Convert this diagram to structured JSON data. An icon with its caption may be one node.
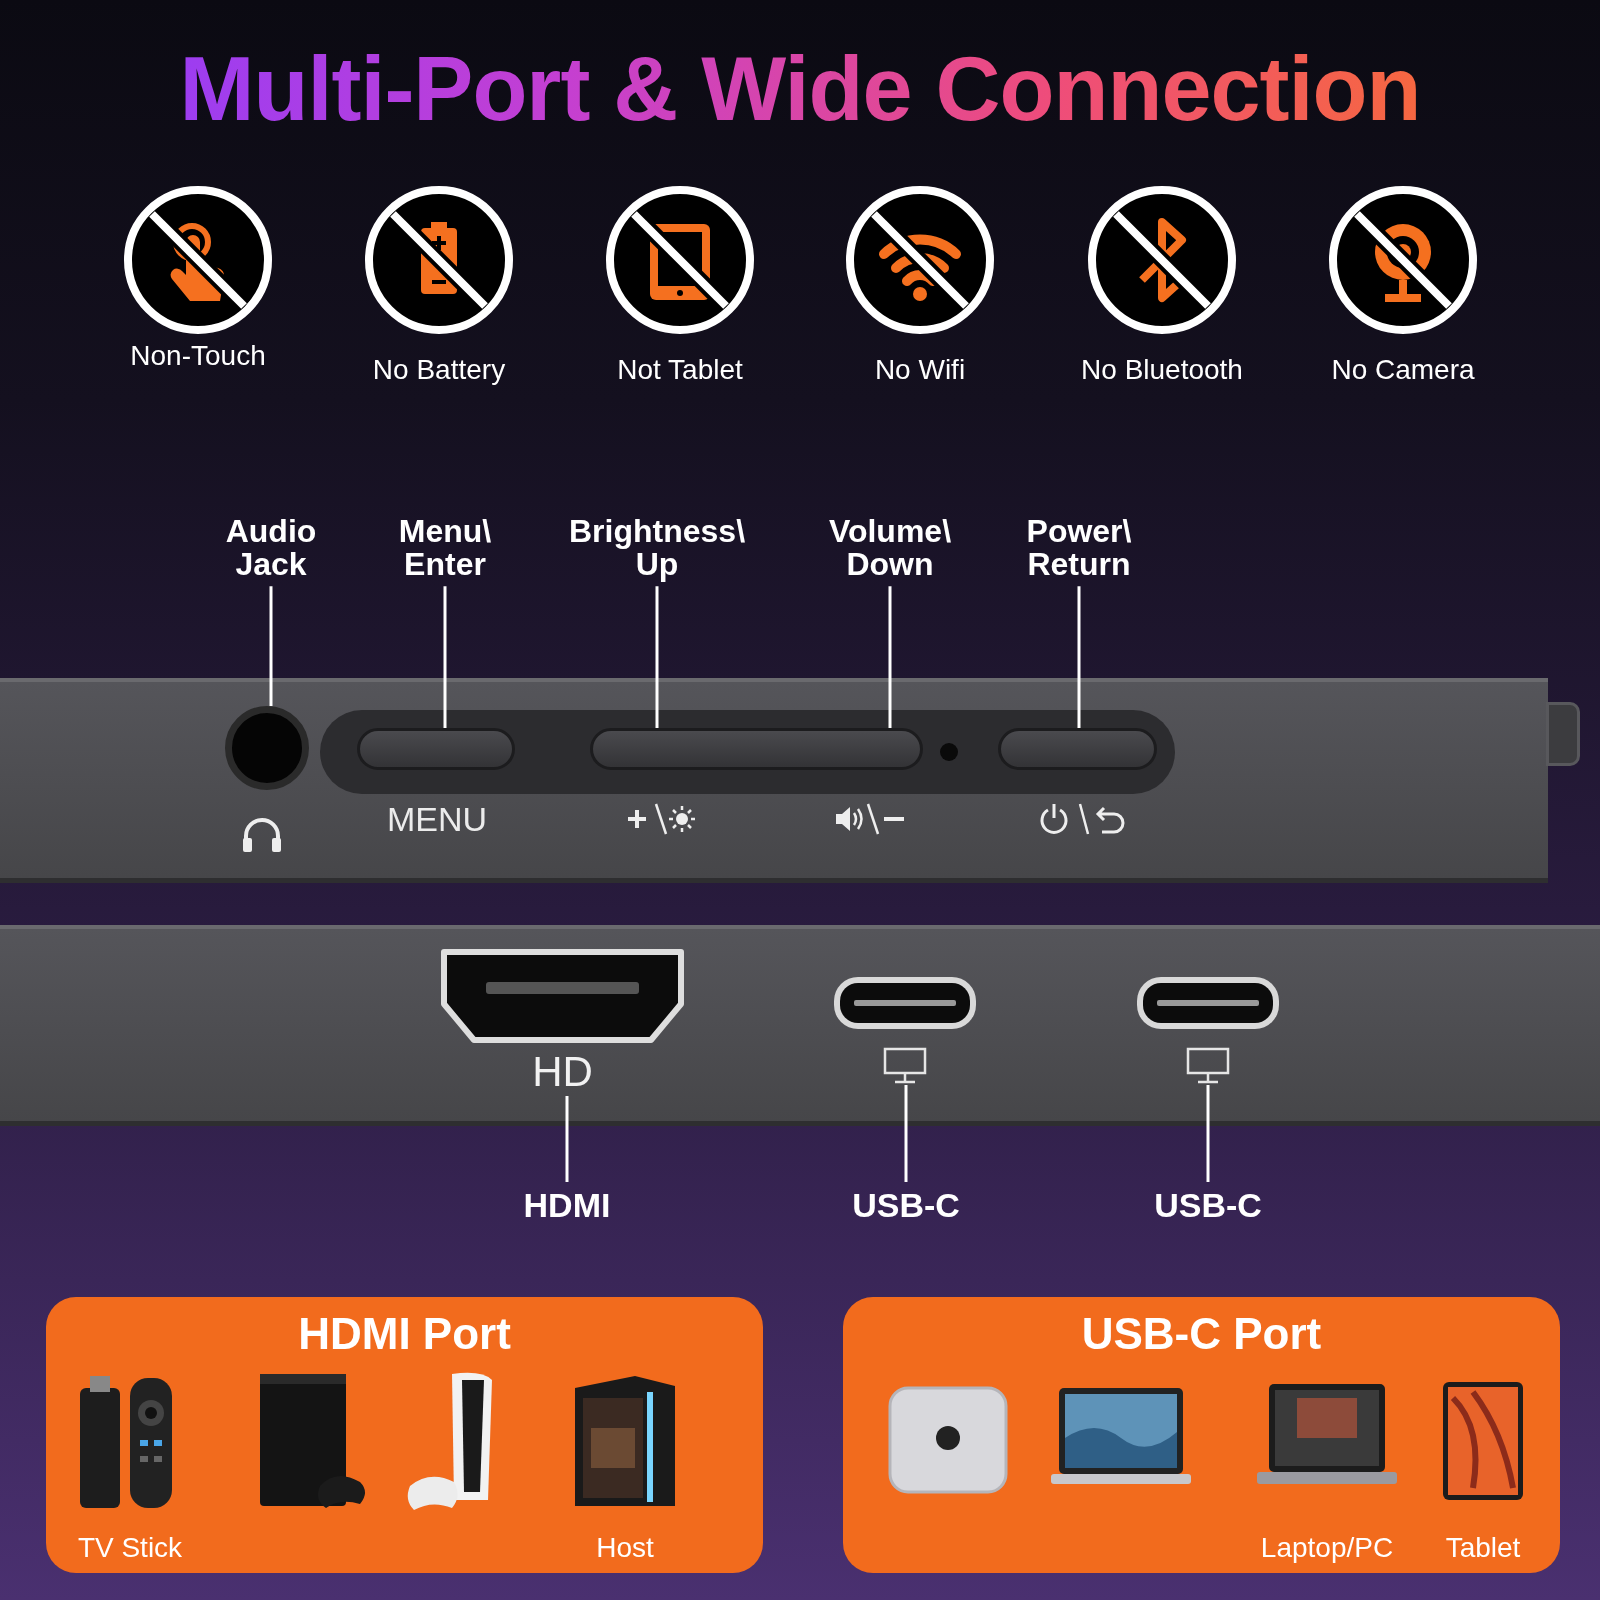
{
  "diagram": {
    "title": "Multi-Port & Wide Connection",
    "nodes": [
      {
        "text": [
          "Audio Jack"
        ]
      },
      {
        "text": [
          "Menu\\ Enter"
        ]
      },
      {
        "text": [
          "Brightness\\ Up"
        ]
      },
      {
        "text": [
          "Volume\\ Down"
        ]
      },
      {
        "text": [
          "Power\\ Return"
        ]
      },
      {
        "text": [],
        "shape": "circle"
      },
      {
        "text": [],
        "shape": "bar"
      },
      {
        "text": [],
        "shape": "bar"
      },
      {
        "text": [],
        "shape": "bar"
      },
      {
        "text": [
          "HD"
        ]
      },
      {
        "text": [],
        "shape": "box"
      },
      {
        "text": [],
        "shape": "box"
      },
      {
        "text": [
          "HDMI"
        ]
      },
      {
        "text": [
          "USB-C"
        ]
      },
      {
        "text": [
          "USB-C"
        ]
      },
      {
        "text": [
          "HDMI Port"
        ]
      },
      {
        "text": [
          "TV Stick"
        ],
        "in": 15
      },
      {
        "text": [],
        "shape": "picture",
        "in": 15
      },
      {
        "text": [],
        "shape": "picture",
        "in": 15
      },
      {
        "text": [
          "Host"
        ],
        "in": 15
      },
      {
        "text": [
          "USB-C Port"
        ]
      },
      {
        "text": [],
        "shape": "picture",
        "in": 20
      },
      {
        "text": [],
        "shape": "picture",
        "in": 20
      },
      {
        "text": [
          "Laptop/PC"
        ],
        "in": 20
      },
      {
        "text": [
          "Tablet"
        ],
        "in": 20
      }
    ],
    "edges": [
      {
        "from": 0,
        "to": 5,
        "arrow": "none"
      },
      {
        "from": 1,
        "to": 6,
        "arrow": "none"
      },
      {
        "from": 2,
        "to": 7,
        "arrow": "none"
      },
      {
        "from": 3,
        "to": 7,
        "arrow": "none"
      },
      {
        "from": 4,
        "to": 8,
        "arrow": "none"
      },
      {
        "from": 12,
        "to": 9,
        "arrow": "none"
      },
      {
        "from": 13,
        "to": 10,
        "arrow": "none"
      },
      {
        "from": 14,
        "to": 11,
        "arrow": "none"
      }
    ],
    "labels": [
      "Non-Touch",
      "No Battery",
      "Not Tablet",
      "No Wifi",
      "No Bluetooth",
      "No Camera",
      "MENU"
    ]
  }
}
